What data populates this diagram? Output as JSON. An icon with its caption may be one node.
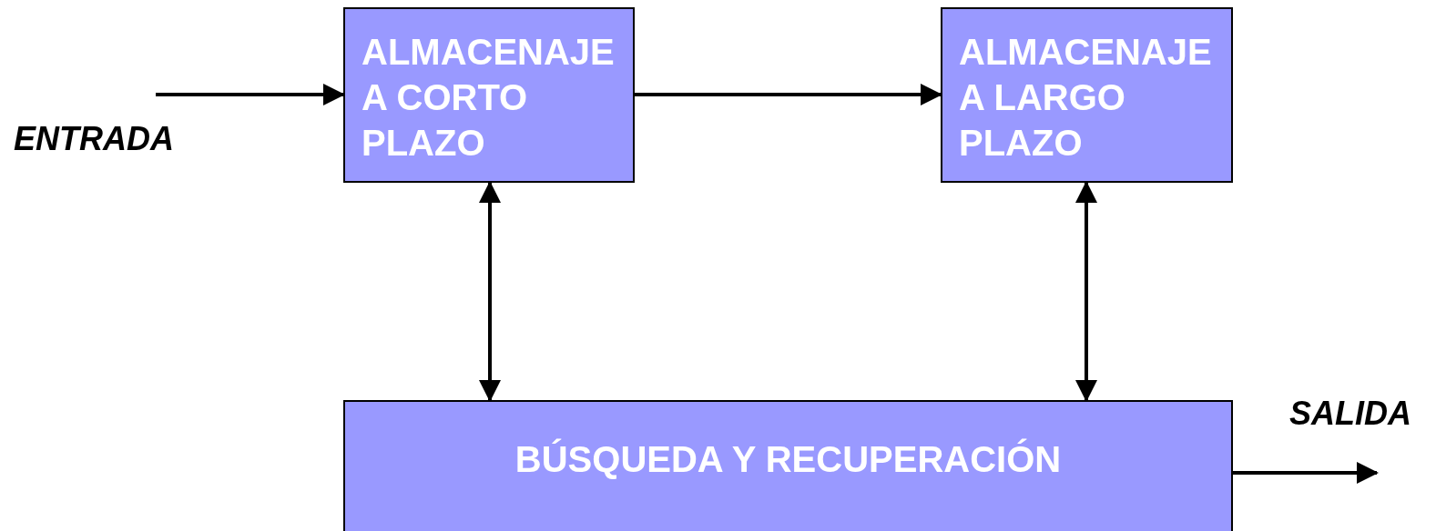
{
  "diagram": {
    "nodes": [
      {
        "text": [
          "ALMACENAJE A CORTO PLAZO"
        ]
      },
      {
        "text": [
          "ALMACENAJE A LARGO PLAZO"
        ]
      },
      {
        "text": [
          "BÚSQUEDA Y RECUPERACIÓN"
        ]
      }
    ],
    "edges": [
      {
        "from": null,
        "to": 0,
        "arrow": "to",
        "label": "ENTRADA"
      },
      {
        "from": 0,
        "to": 1,
        "arrow": "to"
      },
      {
        "from": 0,
        "to": 2,
        "arrow": "both"
      },
      {
        "from": 1,
        "to": 2,
        "arrow": "both"
      },
      {
        "from": 2,
        "to": null,
        "arrow": "to",
        "label": "SALIDA"
      }
    ]
  }
}
